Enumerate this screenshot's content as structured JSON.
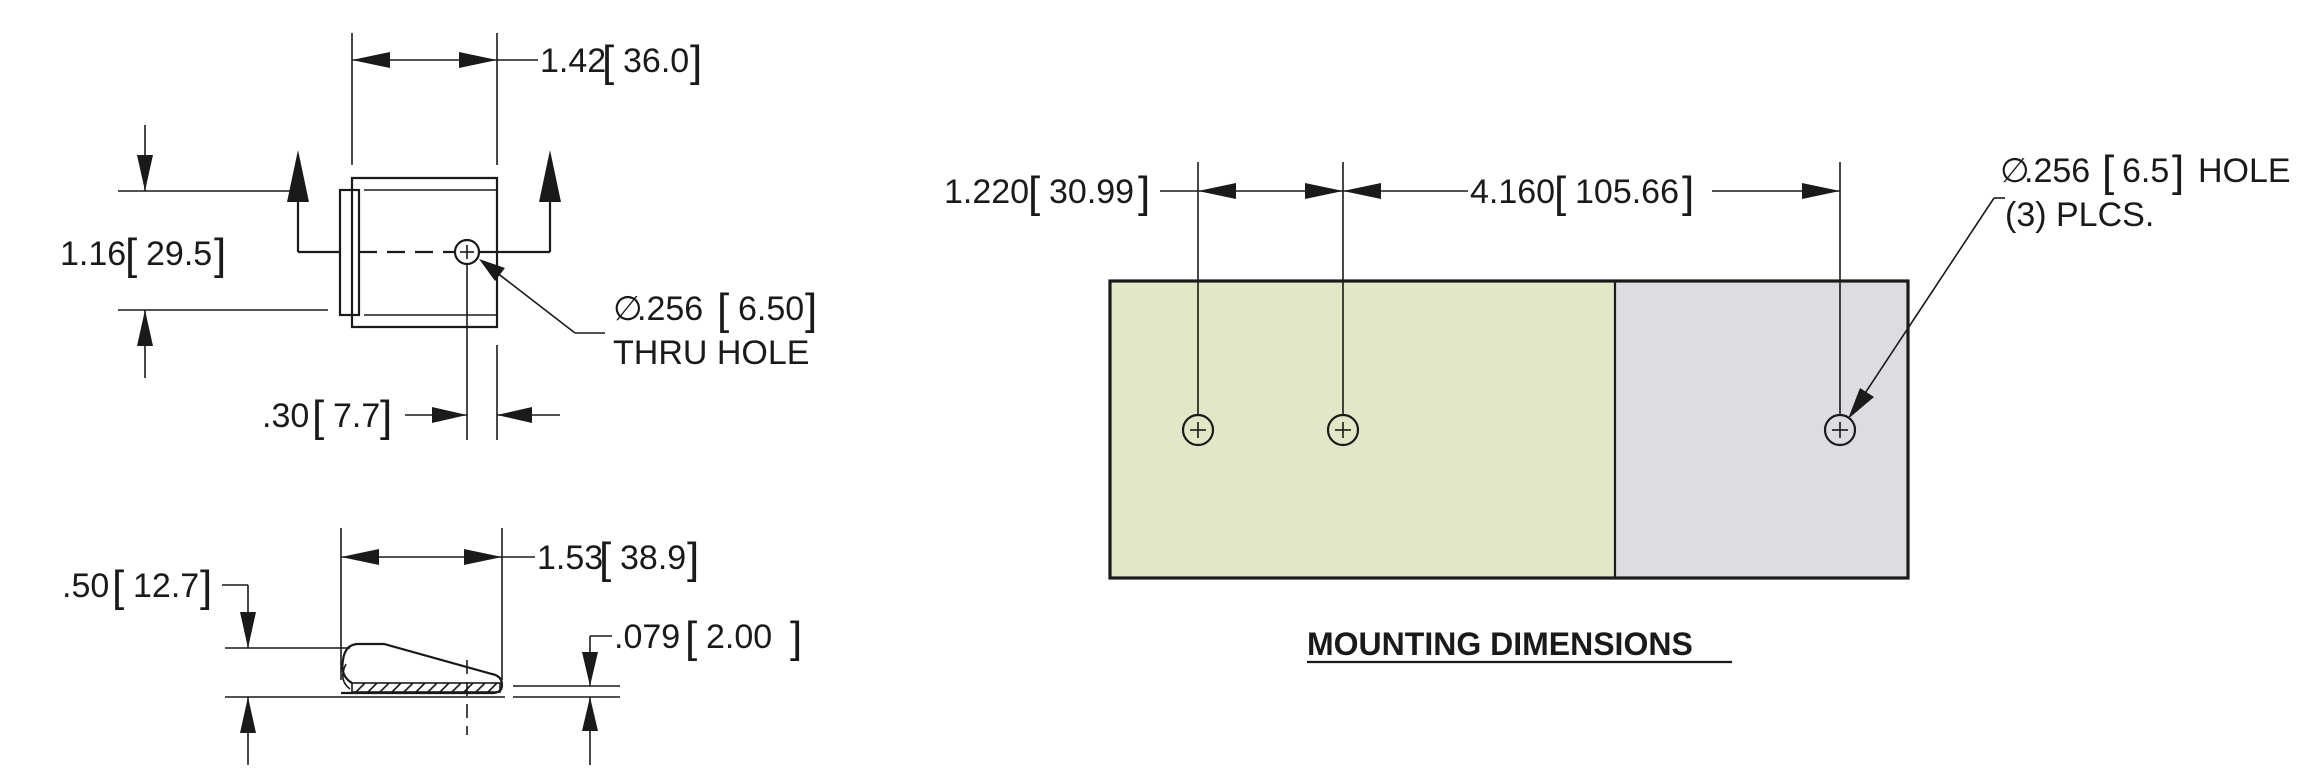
{
  "colors": {
    "line": "#1a1a1a",
    "plate_left": "#e4e6c8",
    "plate_right": "#dcdde2",
    "background": "#ffffff"
  },
  "top_view": {
    "width_in": "1.42",
    "width_mm": "36.0",
    "height_in": "1.16",
    "height_mm": "29.5",
    "hole_symbol": "∅",
    "hole_in": ".256",
    "hole_mm": "6.50",
    "hole_note": "THRU HOLE",
    "hole_offset_in": ".30",
    "hole_offset_mm": "7.7"
  },
  "side_view": {
    "length_in": "1.53",
    "length_mm": "38.9",
    "height_in": ".50",
    "height_mm": "12.7",
    "thickness_in": ".079",
    "thickness_mm": "2.00"
  },
  "mounting": {
    "first_hole_in": "1.220",
    "first_hole_mm": "30.99",
    "span_in": "4.160",
    "span_mm": "105.66",
    "hole_symbol": "∅",
    "hole_in": ".256",
    "hole_mm": "6.5",
    "hole_suffix": "HOLE",
    "hole_count_note": "(3) PLCS.",
    "title": "MOUNTING DIMENSIONS"
  }
}
